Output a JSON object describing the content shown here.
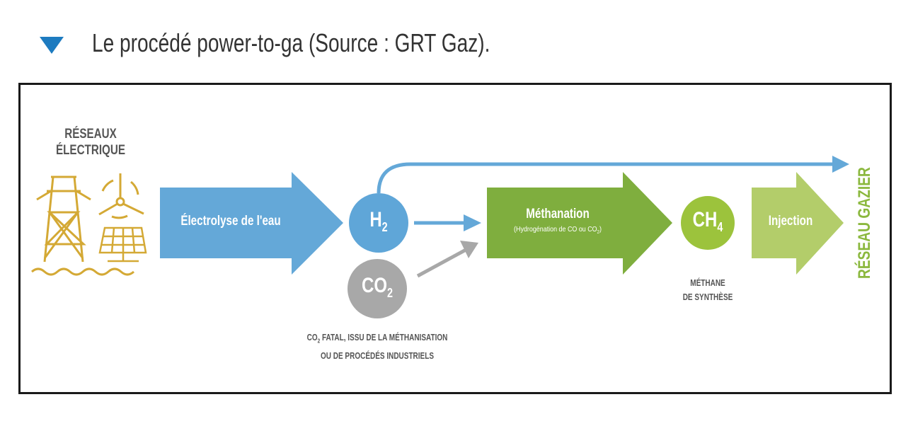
{
  "title": "Le procédé power-to-ga (Source : GRT Gaz).",
  "diagram": {
    "source_label_line1": "RÉSEAUX",
    "source_label_line2": "ÉLECTRIQUE",
    "step1": "Électrolyse de l'eau",
    "h2": {
      "base": "H",
      "sub": "2"
    },
    "co2": {
      "base": "CO",
      "sub": "2"
    },
    "co2_caption_line1_pre": "CO",
    "co2_caption_line1_sub": "2",
    "co2_caption_line1_post": " FATAL, ISSU DE LA MÉTHANISATION",
    "co2_caption_line2": "OU DE PROCÉDÉS INDUSTRIELS",
    "step2": "Méthanation",
    "step2_sub_pre": "(Hydrogénation de CO ou CO",
    "step2_sub_sub": "2",
    "step2_sub_post": ")",
    "ch4": {
      "base": "CH",
      "sub": "4"
    },
    "ch4_caption_line1": "MÉTHANE",
    "ch4_caption_line2": "DE SYNTHÈSE",
    "step3": "Injection",
    "destination": "RÉSEAU GAZIER",
    "colors": {
      "blue": "#64a8d8",
      "gray": "#a8a8a8",
      "green": "#7fae3e",
      "lightgreen": "#b3cd6a",
      "icon": "#d4a935"
    }
  }
}
